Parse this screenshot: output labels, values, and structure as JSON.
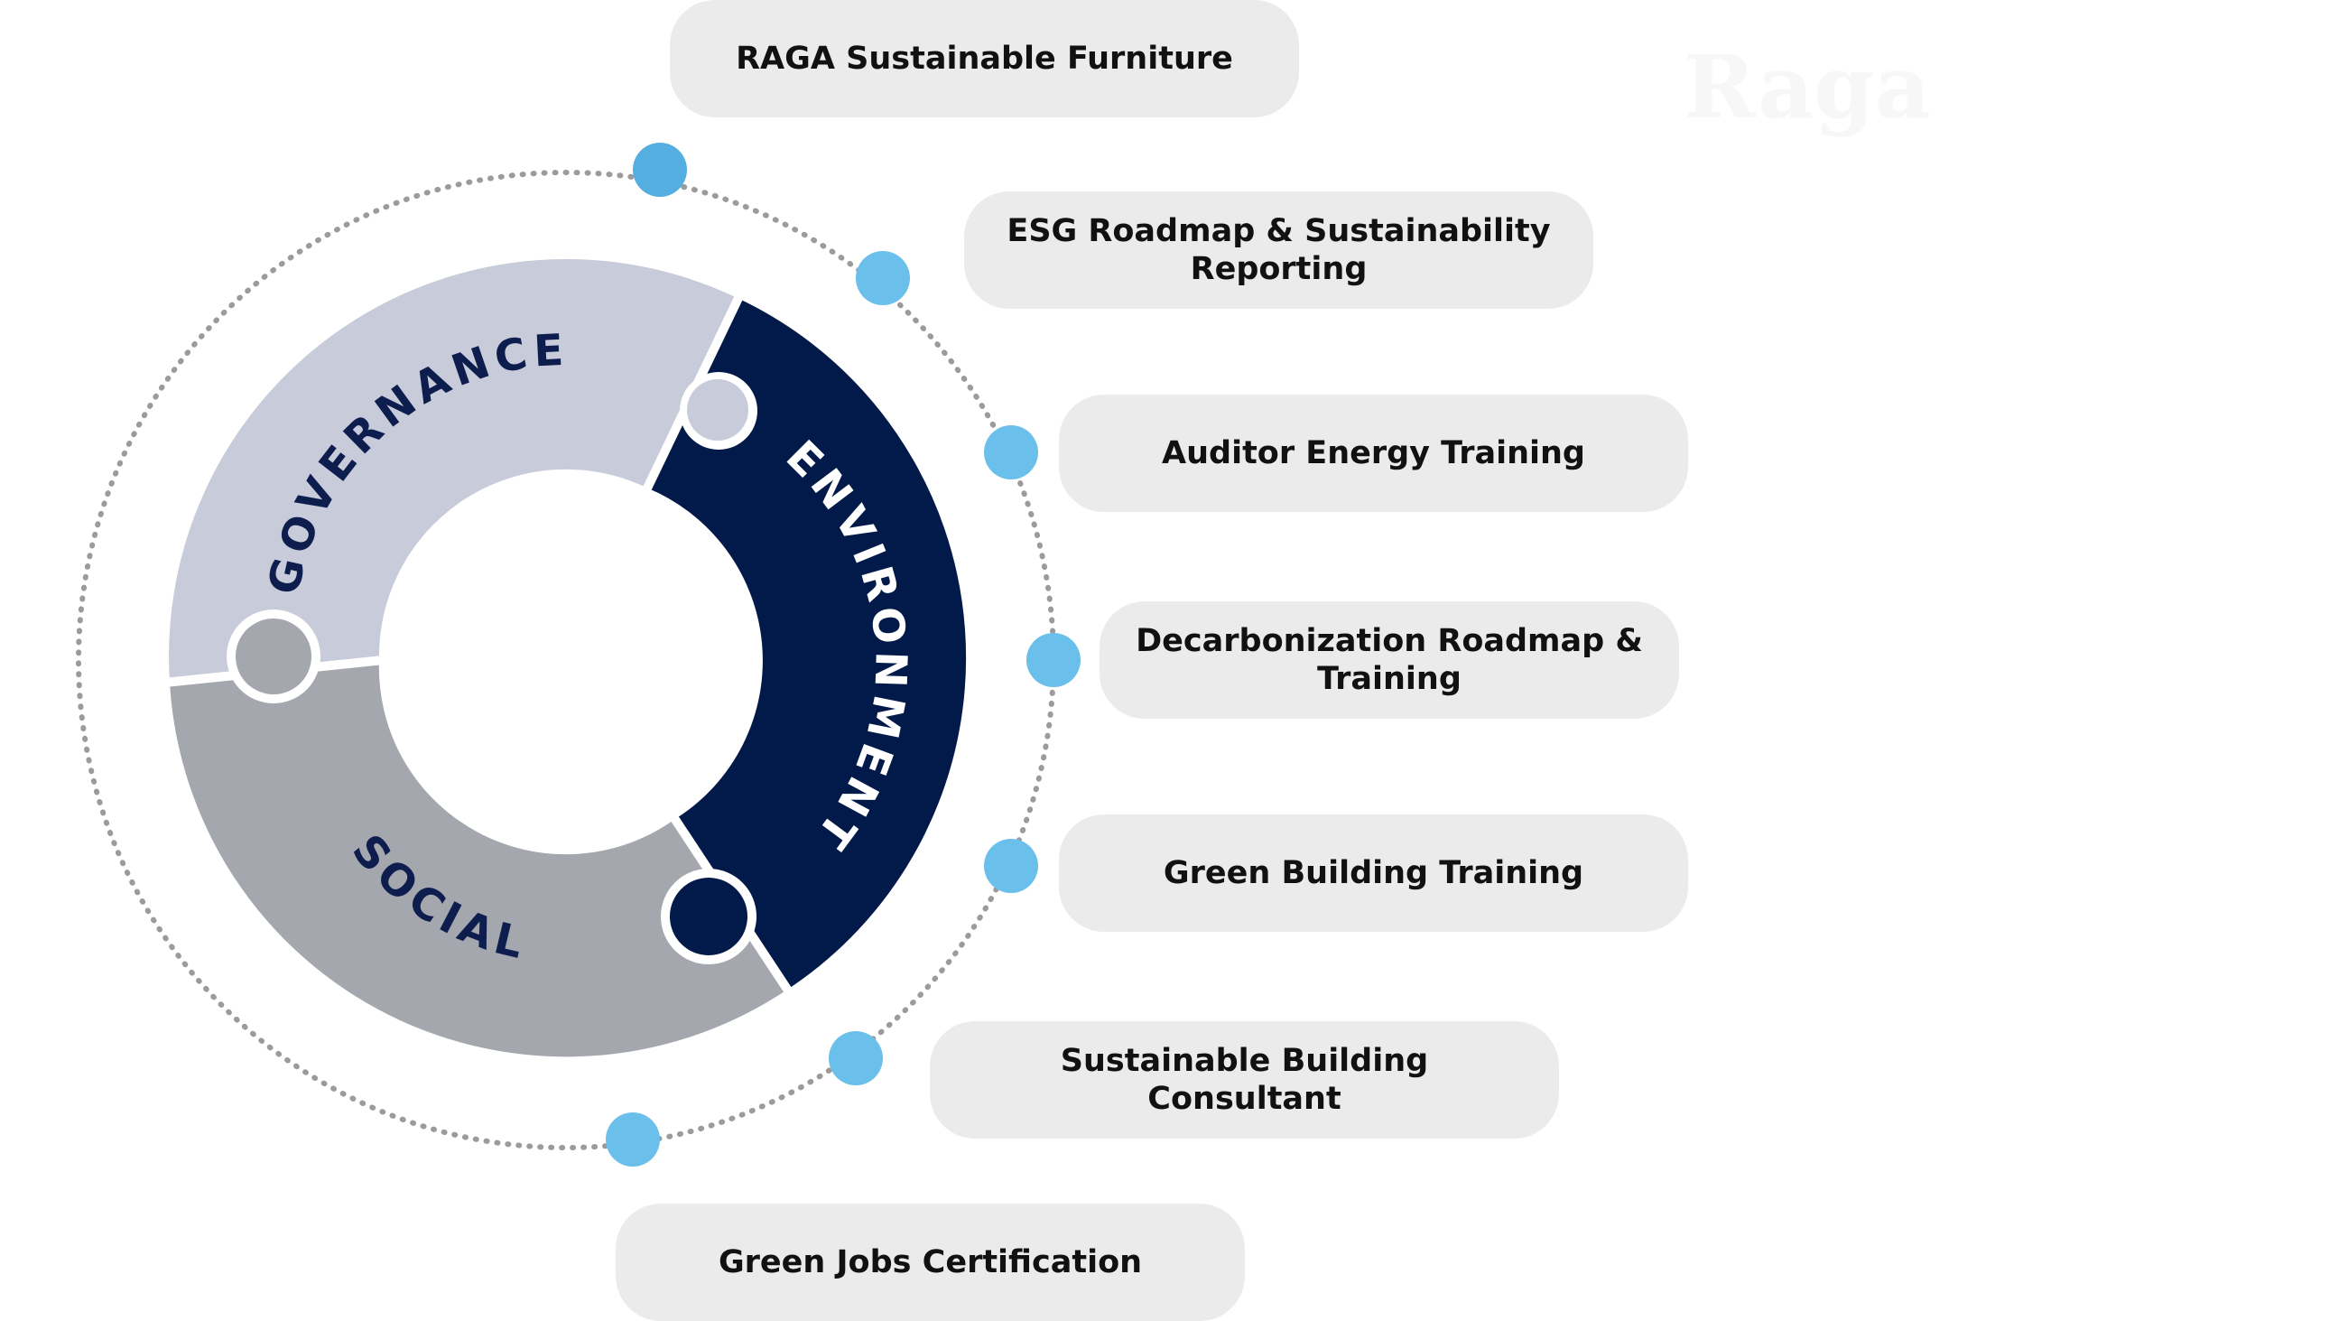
{
  "watermark": "Raga",
  "colors": {
    "governance": "#c8cbd9",
    "social": "#a4a7ae",
    "environment": "#021a4a",
    "label_dark": "#0d1d4d",
    "label_light": "#ffffff",
    "dot": "#6bbfeb",
    "dot_top": "#55aee0",
    "pill_bg": "#ebebeb",
    "dotted_ring": "#9b9b9b"
  },
  "segments": {
    "governance": "GOVERNANCE",
    "environment": "ENVIRONMENT",
    "social": "SOCIAL"
  },
  "items": [
    "RAGA Sustainable Furniture",
    "ESG Roadmap & Sustainability Reporting",
    "Auditor Energy Training",
    "Decarbonization Roadmap & Training",
    "Green Building Training",
    "Sustainable Building Consultant",
    "Green Jobs Certification"
  ]
}
